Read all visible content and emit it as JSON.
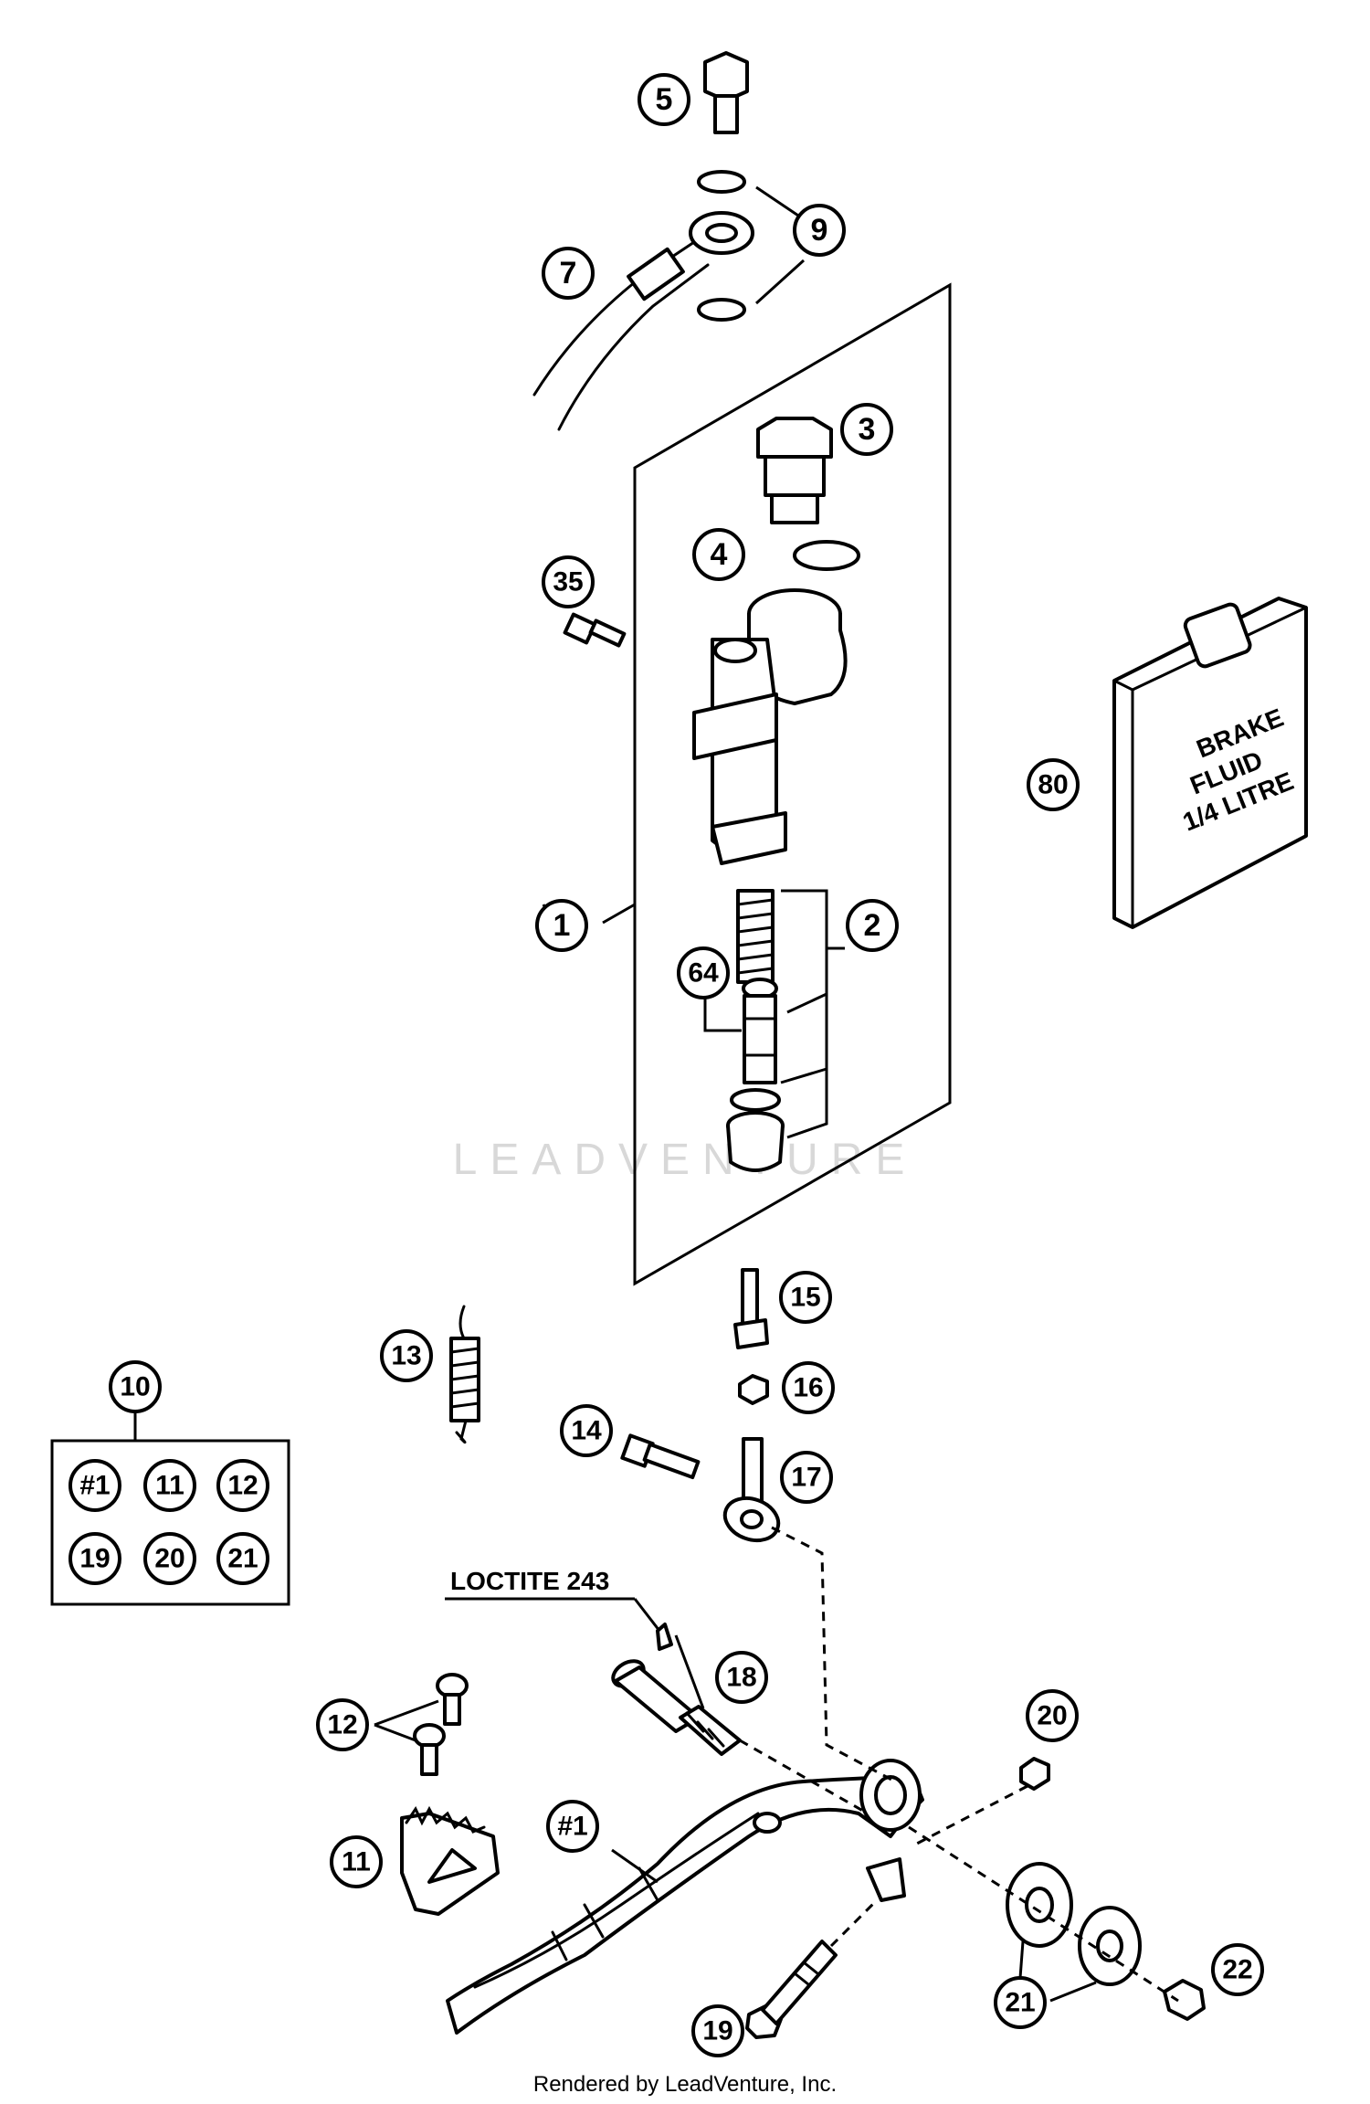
{
  "watermark": "LEADVENTURE",
  "credit": "Rendered by LeadVenture, Inc.",
  "fluid_label": {
    "line1": "BRAKE",
    "line2": "FLUID",
    "line3": "1/4 LITRE"
  },
  "loctite_label": "LOCTITE 243",
  "callouts": {
    "p1": "1",
    "p2": "2",
    "p3": "3",
    "p4": "4",
    "p5": "5",
    "p7": "7",
    "p9": "9",
    "p10": "10",
    "p11": "11",
    "p12": "12",
    "p13": "13",
    "p14": "14",
    "p15": "15",
    "p16": "16",
    "p17": "17",
    "p18": "18",
    "p19": "19",
    "p20": "20",
    "p21": "21",
    "p22": "22",
    "p35": "35",
    "p64": "64",
    "p80": "80",
    "pedal": "#1"
  },
  "kit_box": {
    "items": [
      "#1",
      "11",
      "12",
      "19",
      "20",
      "21"
    ]
  }
}
